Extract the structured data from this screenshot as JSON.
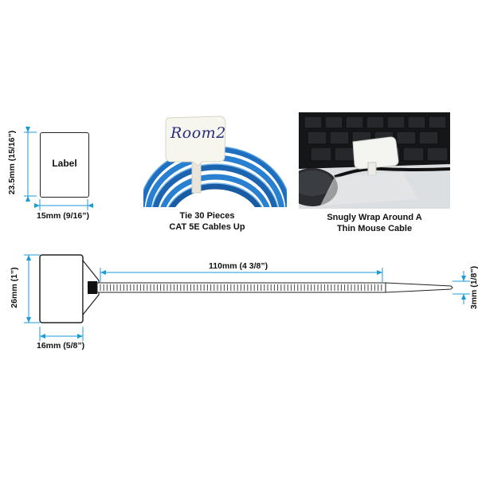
{
  "top_label": {
    "box_text": "Label",
    "height_dim": "23.5mm (15/16”)",
    "width_dim": "15mm (9/16”)"
  },
  "photo_cable": {
    "handwritten": "Room2",
    "caption_line1": "Tie 30 Pieces",
    "caption_line2": "CAT 5E Cables Up"
  },
  "photo_mouse": {
    "caption_line1": "Snugly Wrap Around A",
    "caption_line2": "Thin Mouse Cable"
  },
  "tie_diagram": {
    "length_dim": "110mm (4 3/8”)",
    "head_height_dim": "26mm (1”)",
    "head_width_dim": "16mm (5/8”)",
    "strap_width_dim": "3mm (1/8”)"
  },
  "colors": {
    "accent_dim": "#1a9bd7",
    "cable_blue": "#1f6fc0",
    "tie_white": "#f3f1e8"
  }
}
